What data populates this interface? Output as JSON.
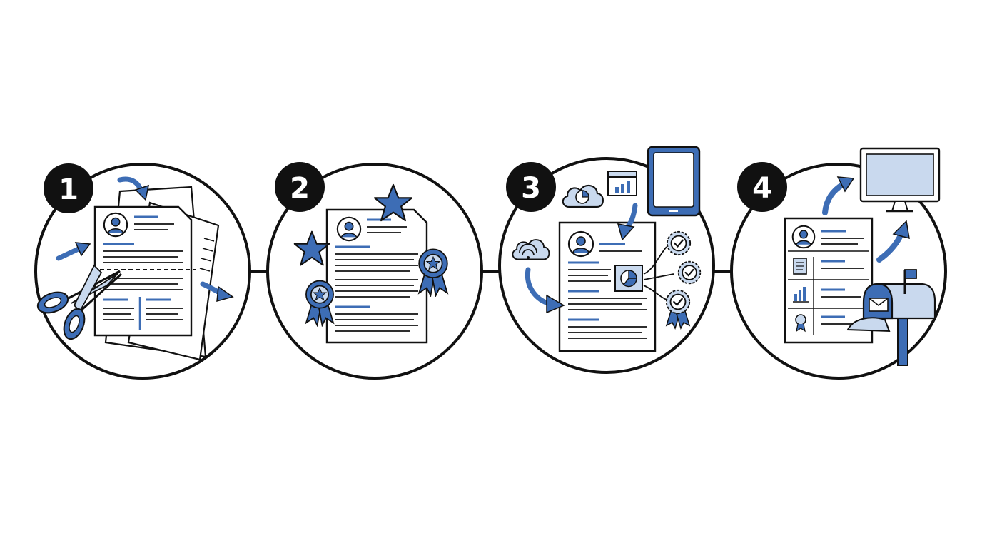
{
  "steps": [
    {
      "number": "1",
      "icon": "cut-resume-icon"
    },
    {
      "number": "2",
      "icon": "award-resume-icon"
    },
    {
      "number": "3",
      "icon": "digital-resume-icon"
    },
    {
      "number": "4",
      "icon": "send-resume-icon"
    }
  ],
  "colors": {
    "accent": "#3d6db5",
    "accent_light": "#c9d9ee",
    "ink": "#111111",
    "paper": "#ffffff"
  }
}
